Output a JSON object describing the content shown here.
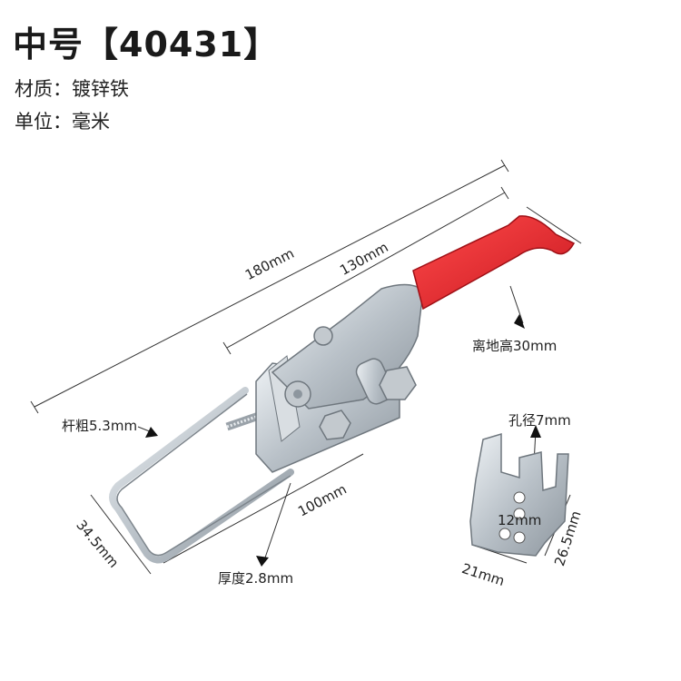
{
  "header": {
    "title": "中号【40431】"
  },
  "specs": {
    "material": "材质：镀锌铁",
    "unit": "单位：毫米"
  },
  "dimensions": {
    "overall_length": "180mm",
    "handle_length": "130mm",
    "handle_height": "离地高30mm",
    "rod_diameter": "杆粗5.3mm",
    "loop_length": "100mm",
    "loop_width": "34.5mm",
    "thickness": "厚度2.8mm",
    "hole_diameter": "孔径7mm",
    "hole_spacing": "12mm",
    "catch_width": "21mm",
    "catch_height": "26.5mm"
  },
  "colors": {
    "handle_grip": "#e0202a",
    "metal": "#c9ced3"
  }
}
